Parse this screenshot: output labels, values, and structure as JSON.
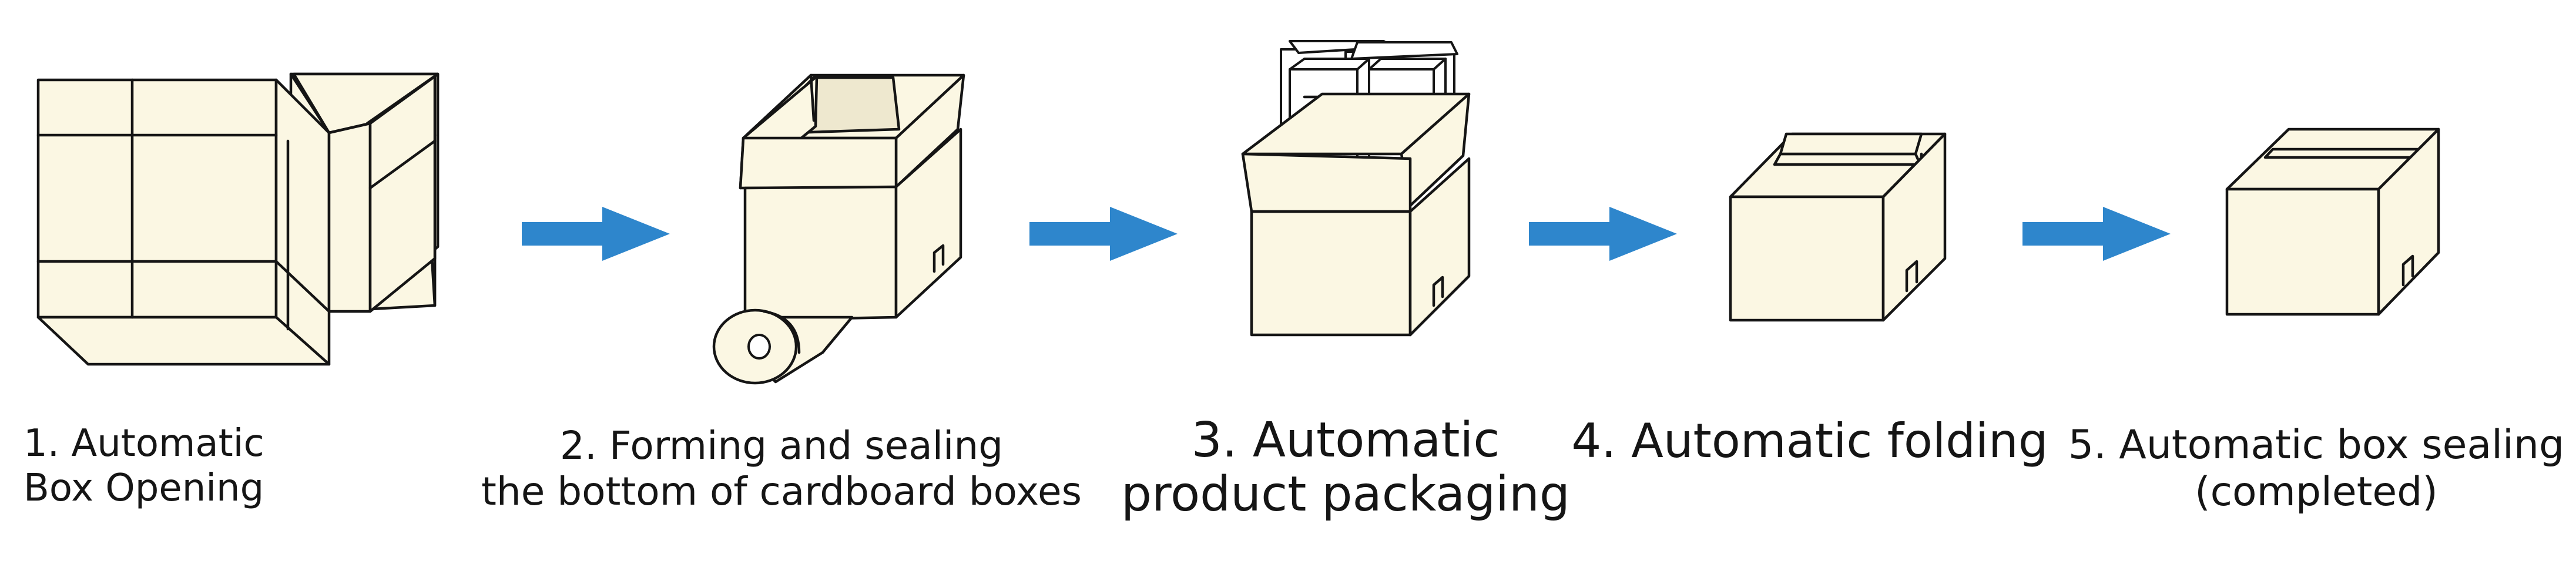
{
  "steps": [
    {
      "line1": "1. Automatic",
      "line2": "Box Opening"
    },
    {
      "line1": "2. Forming and sealing",
      "line2": "the bottom of cardboard boxes"
    },
    {
      "line1": "3. Automatic",
      "line2": "product packaging"
    },
    {
      "line1": "4. Automatic folding",
      "line2": ""
    },
    {
      "line1": "5. Automatic box sealing",
      "line2": "(completed)"
    }
  ],
  "colors": {
    "arrow": "#2e86cc",
    "box_fill": "#fbf7e3",
    "outline": "#151515"
  },
  "icons": [
    "open-flat-box-icon",
    "tape-roll-box-icon",
    "packed-products-box-icon",
    "folded-flaps-box-icon",
    "sealed-box-icon",
    "right-arrow-icon"
  ]
}
